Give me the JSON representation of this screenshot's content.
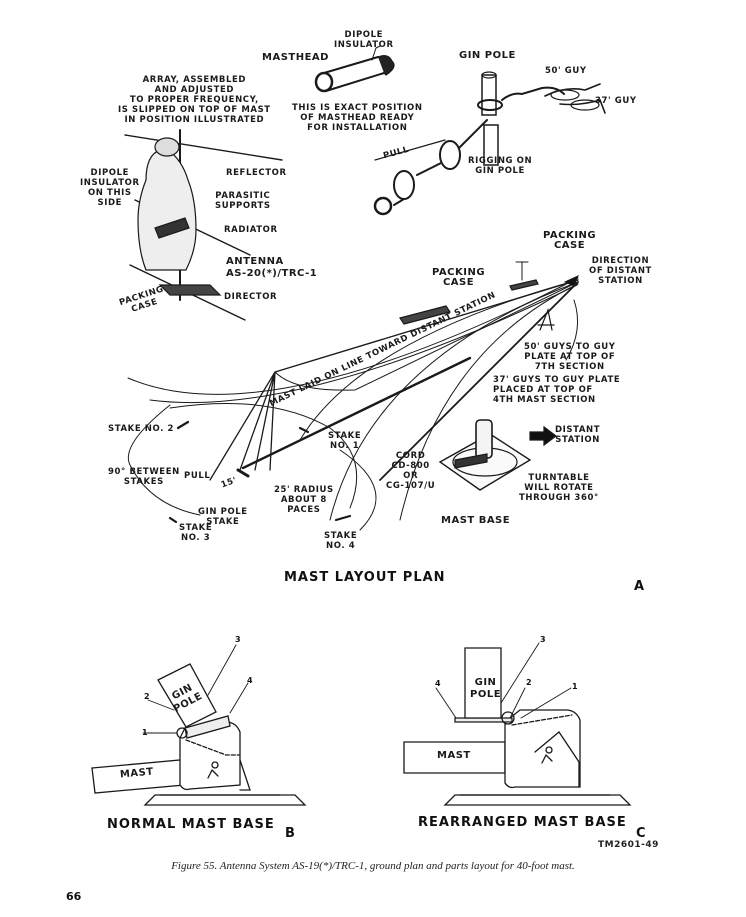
{
  "figure": {
    "caption": "Figure 55.  Antenna System AS-19(*)/TRC-1, ground plan and parts layout for 40-foot mast.",
    "tm_number": "TM2601-49",
    "page_number": "66"
  },
  "panel_a": {
    "title": "MAST LAYOUT PLAN",
    "panel_letter": "A",
    "labels": {
      "masthead": "MASTHEAD",
      "dipole_insulator": "DIPOLE\nINSULATOR",
      "masthead_position": "THIS IS EXACT POSITION\nOF MASTHEAD READY\nFOR INSTALLATION",
      "array_note": "ARRAY, ASSEMBLED\nAND ADJUSTED\nTO PROPER FREQUENCY,\nIS SLIPPED ON TOP OF MAST\nIN POSITION ILLUSTRATED",
      "gin_pole": "GIN POLE",
      "guy_50": "50' GUY",
      "guy_37": "37' GUY",
      "pull_top": "PULL",
      "rigging": "RIGGING ON\nGIN POLE",
      "dipole_side": "DIPOLE\nINSULATOR\nON THIS\nSIDE",
      "reflector": "REFLECTOR",
      "parasitic": "PARASITIC\nSUPPORTS",
      "radiator": "RADIATOR",
      "antenna": "ANTENNA\nAS-20(*)/TRC-1",
      "director": "DIRECTOR",
      "packing_case_left": "PACKING\nCASE",
      "packing_case_mid": "PACKING\nCASE",
      "packing_case_right": "PACKING\nCASE",
      "direction": "DIRECTION\nOF DISTANT\nSTATION",
      "guys_50_note": "50' GUYS TO GUY\nPLATE AT TOP OF\n7TH SECTION",
      "guys_37_note": "37' GUYS TO GUY PLATE\nPLACED AT TOP OF\n4TH MAST SECTION",
      "mast_line": "MAST LAID ON LINE TOWARD DISTANT STATION",
      "stake_2": "STAKE NO. 2",
      "stake_1": "STAKE\nNO. 1",
      "stake_3": "STAKE\nNO. 3",
      "stake_4": "STAKE\nNO. 4",
      "between_stakes": "90° BETWEEN\nSTAKES",
      "pull_bottom": "PULL",
      "dist_15": "15'",
      "radius": "25' RADIUS\nABOUT 8\nPACES",
      "gin_pole_stake": "GIN POLE\nSTAKE",
      "cord": "CORD\nCD-800\nOR\nCG-107/U",
      "distant_station": "DISTANT\nSTATION",
      "turntable": "TURNTABLE\nWILL ROTATE\nTHROUGH 360°",
      "mast_base": "MAST BASE"
    }
  },
  "panel_b": {
    "title": "NORMAL MAST BASE",
    "panel_letter": "B",
    "gin_pole": "GIN\nPOLE",
    "mast": "MAST",
    "callouts": [
      "1",
      "2",
      "3",
      "4"
    ]
  },
  "panel_c": {
    "title": "REARRANGED MAST BASE",
    "panel_letter": "C",
    "gin_pole": "GIN\nPOLE",
    "mast": "MAST",
    "callouts": [
      "1",
      "2",
      "3",
      "4"
    ]
  }
}
